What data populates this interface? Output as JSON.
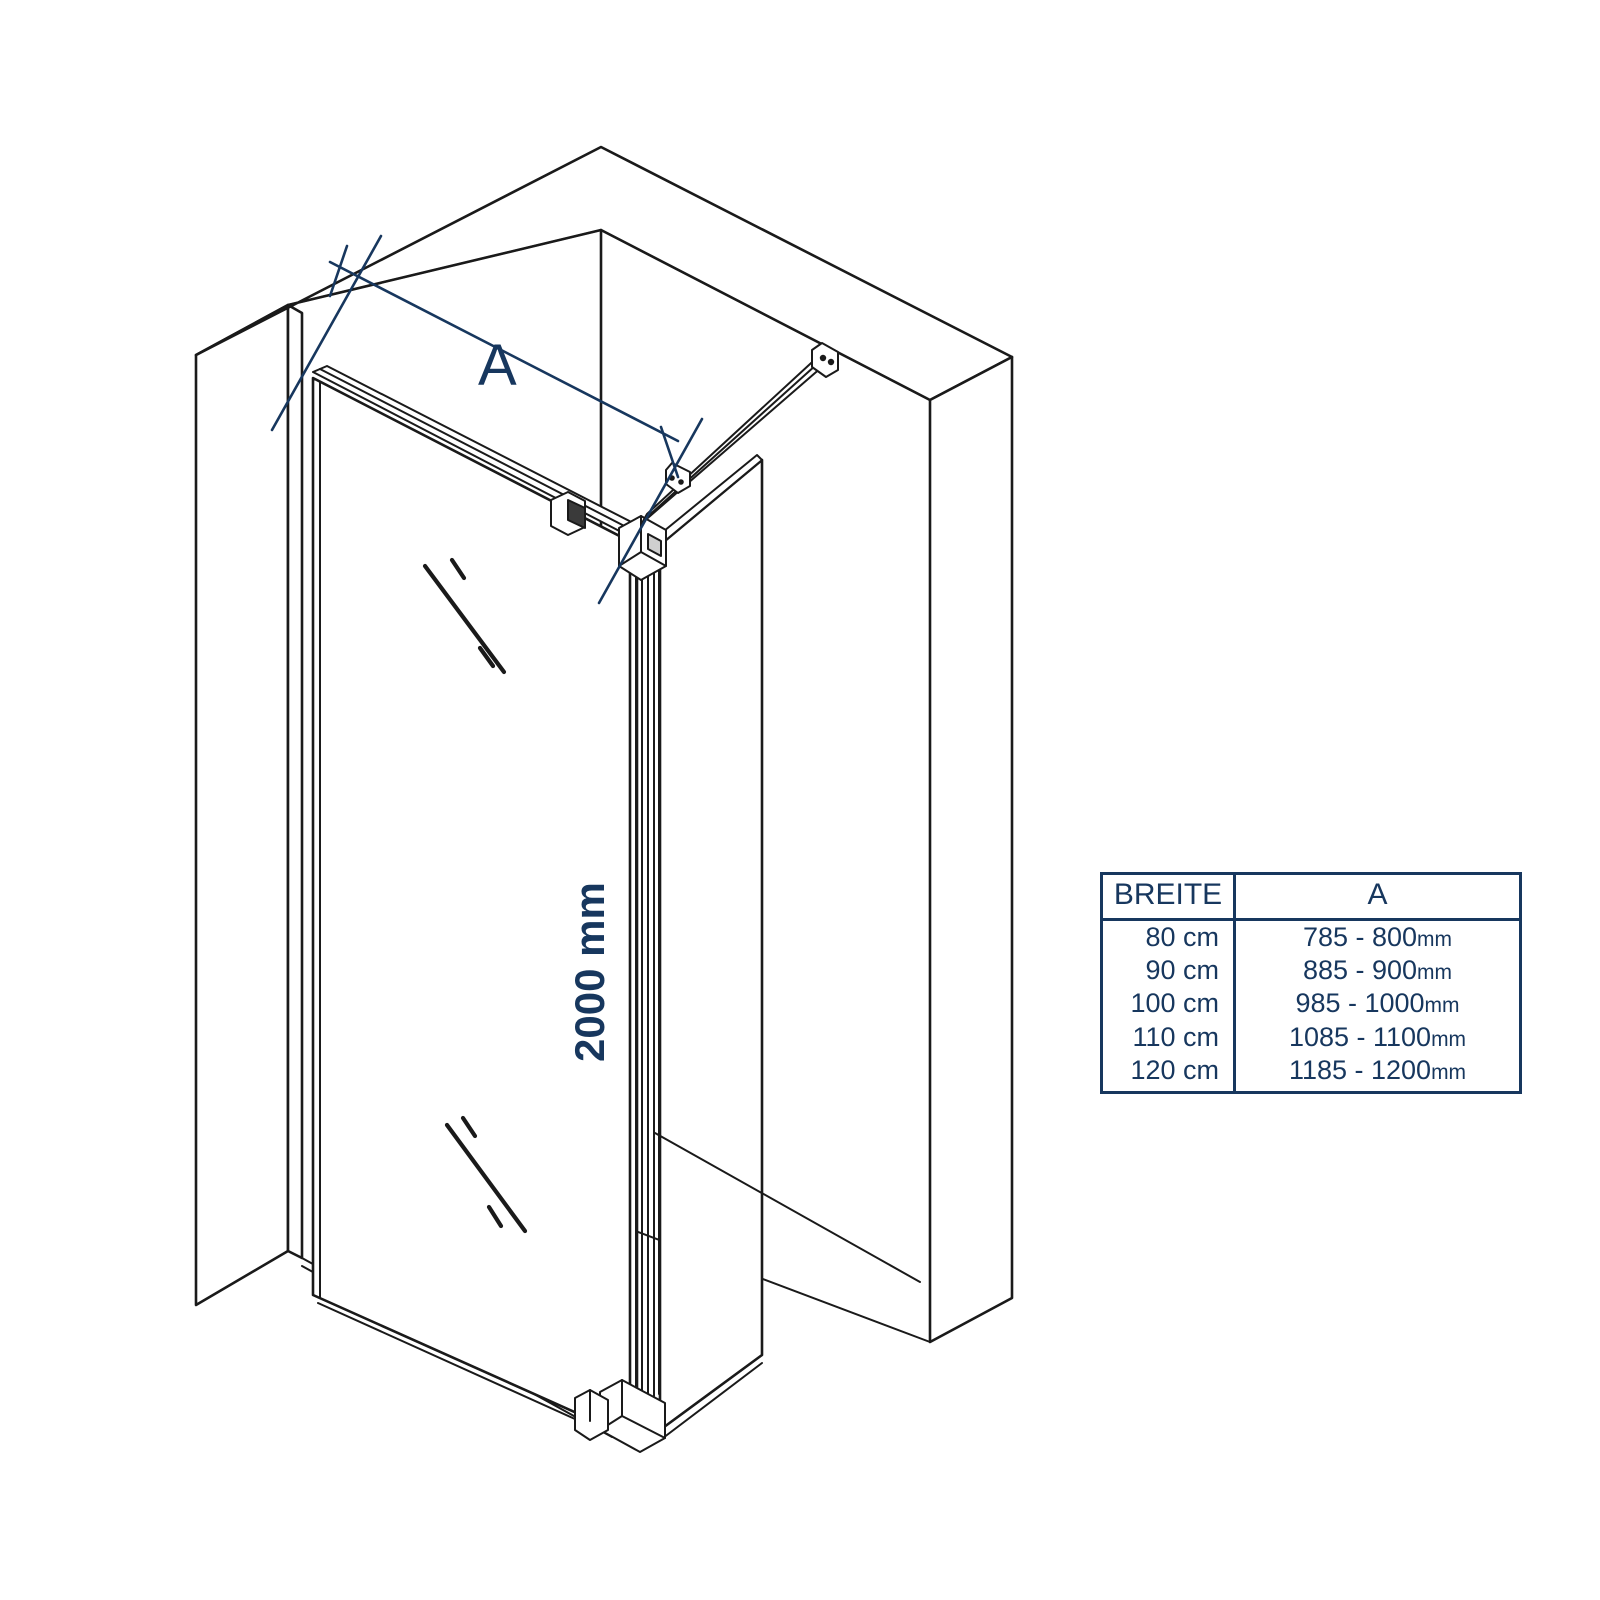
{
  "drawing": {
    "title_label": "A",
    "dimension_A_label": "A",
    "height_label": "2000 mm",
    "accent_color": "#17375e",
    "line_color": "#1a1a1a",
    "background_color": "#ffffff",
    "parts": {
      "left_wall": "left-wall",
      "back_wall": "back-wall",
      "right_wall": "right-wall",
      "floor": "floor",
      "main_glass_panel": "main-glass-panel",
      "return_glass_panel": "return-glass-panel",
      "top_rail": "top-rail",
      "stabilizer_bar": "stabilizer-bar",
      "corner_profile": "corner-profile",
      "top_bracket": "top-bracket",
      "bottom_bracket": "bottom-bracket",
      "glass_reflection_marks": "glass-reflection-marks"
    }
  },
  "spec_table": {
    "headers": [
      "BREITE",
      "A"
    ],
    "rows": [
      {
        "breite": "80 cm",
        "a_range": "785 - 800",
        "unit": "mm"
      },
      {
        "breite": "90 cm",
        "a_range": "885 - 900",
        "unit": "mm"
      },
      {
        "breite": "100 cm",
        "a_range": "985 - 1000",
        "unit": "mm"
      },
      {
        "breite": "110 cm",
        "a_range": "1085 - 1100",
        "unit": "mm"
      },
      {
        "breite": "120 cm",
        "a_range": "1185 - 1200",
        "unit": "mm"
      }
    ]
  }
}
